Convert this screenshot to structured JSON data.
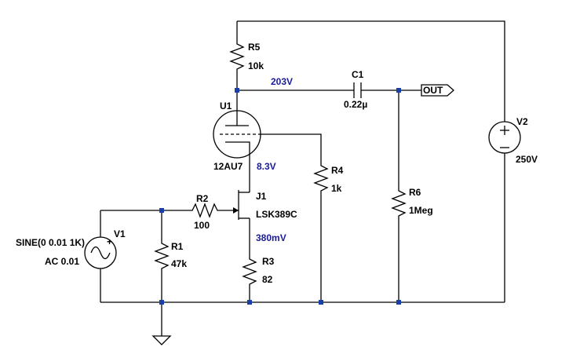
{
  "components": {
    "r5": {
      "ref": "R5",
      "value": "10k"
    },
    "c1": {
      "ref": "C1",
      "value": "0.22µ"
    },
    "u1": {
      "ref": "U1",
      "value": "12AU7"
    },
    "v2": {
      "ref": "V2",
      "value": "250V"
    },
    "r4": {
      "ref": "R4",
      "value": "1k"
    },
    "j1": {
      "ref": "J1",
      "value": "LSK389C"
    },
    "r6": {
      "ref": "R6",
      "value": "1Meg"
    },
    "r2": {
      "ref": "R2",
      "value": "100"
    },
    "v1": {
      "ref": "V1",
      "source": "SINE(0 0.01 1K)",
      "ac": "AC 0.01"
    },
    "r1": {
      "ref": "R1",
      "value": "47k"
    },
    "r3": {
      "ref": "R3",
      "value": "82"
    }
  },
  "voltages": {
    "plate": "203V",
    "cathode": "8.3V",
    "source": "380mV"
  },
  "net_labels": {
    "out": "OUT"
  },
  "colors": {
    "wire": "#000000",
    "voltage_text": "#1a1a99",
    "node": "#1a3fa8"
  }
}
